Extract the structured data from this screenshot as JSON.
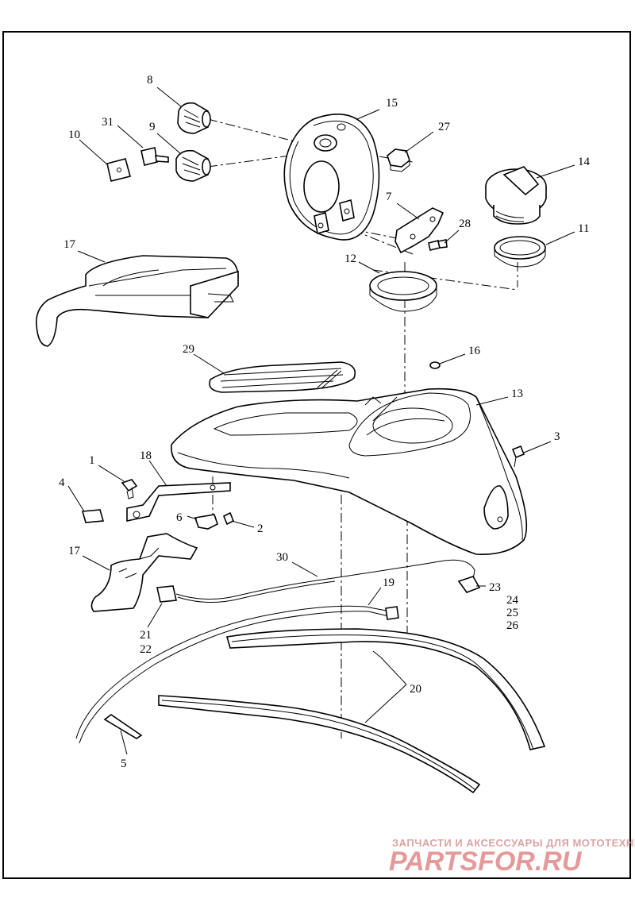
{
  "callouts": [
    "8",
    "15",
    "31",
    "9",
    "27",
    "10",
    "14",
    "7",
    "28",
    "11",
    "17",
    "12",
    "16",
    "29",
    "13",
    "3",
    "1",
    "18",
    "4",
    "6",
    "2",
    "17",
    "30",
    "23",
    "24",
    "25",
    "26",
    "19",
    "21",
    "22",
    "20",
    "5"
  ],
  "watermark": {
    "tagline": "ЗАПЧАСТИ И АКСЕССУАРЫ ДЛЯ МОТОТЕХНИКИ",
    "logo": "PARTSFOR.RU"
  }
}
